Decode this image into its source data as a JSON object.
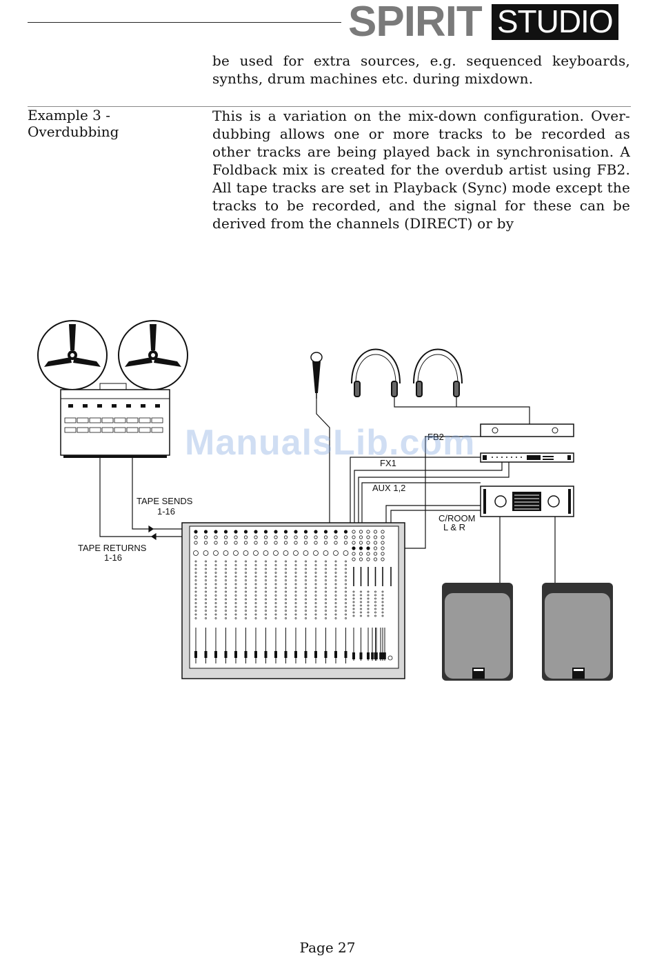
{
  "header": {
    "brand_primary": "SPIRIT",
    "brand_secondary": "STUDIO"
  },
  "content": {
    "intro_text": "be used for extra sources, e.g. sequenced keyboards, synths, drum machines etc. during mixdown.",
    "section_heading_line1": "Example 3 -",
    "section_heading_line2": "Overdubbing",
    "section_text": "This is a variation on the mix-down configuration. Over- dubbing allows one or more tracks to be recorded as other tracks are being played back in synchronisation. A Foldback mix is created for the overdub artist using FB2. All tape tracks are set in Playback (Sync) mode except the tracks to be recorded, and the signal for these can be derived from the channels (DIRECT) or by"
  },
  "diagram": {
    "label_tape_sends": "TAPE  SENDS",
    "label_tape_sends_range": "1-16",
    "label_tape_returns": "TAPE  RETURNS",
    "label_tape_returns_range": "1-16",
    "label_fb2": "FB2",
    "label_fx1": "FX1",
    "label_aux": "AUX  1,2",
    "label_croom": "C/ROOM",
    "label_lr": "L  &  R"
  },
  "watermark": "ManualsLib.com",
  "footer": {
    "page_label": "Page 27"
  }
}
